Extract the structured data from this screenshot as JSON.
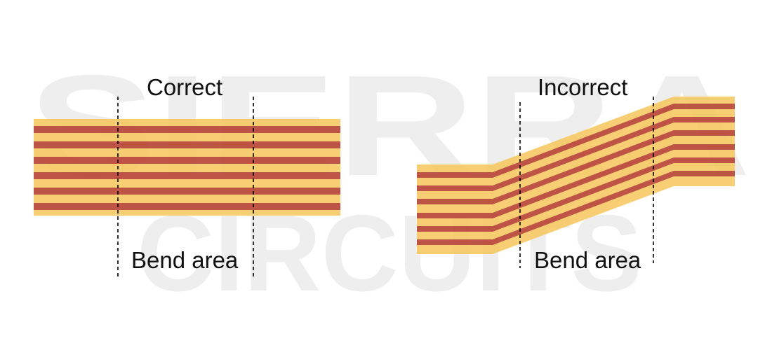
{
  "watermark": {
    "line1": "SIERRA",
    "line2": "CIRCUITS",
    "color": "#eeeeee"
  },
  "colors": {
    "copper": "#b84233",
    "dielectric": "#f7c964",
    "guide": "#000000"
  },
  "left_panel": {
    "title": "Correct",
    "region_label": "Bend area"
  },
  "right_panel": {
    "title": "Incorrect",
    "region_label": "Bend area"
  }
}
